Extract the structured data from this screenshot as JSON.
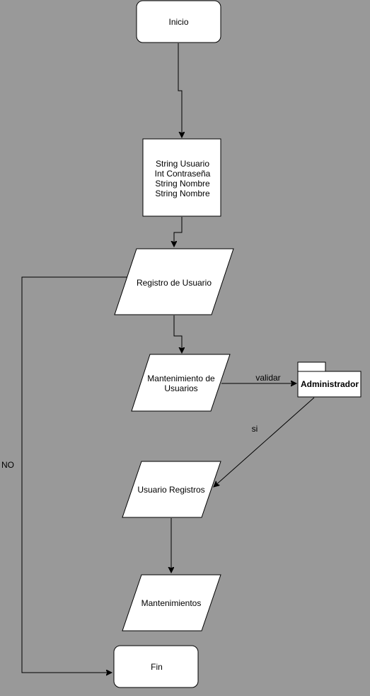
{
  "diagram": {
    "type": "flowchart",
    "colors": {
      "background": "#999999",
      "shape_fill": "#ffffff",
      "stroke": "#000000"
    },
    "nodes": {
      "start": {
        "shape": "rounded-rectangle",
        "label": "Inicio"
      },
      "declarations": {
        "shape": "rectangle",
        "lines": [
          "String Usuario",
          "Int Contraseña",
          "String Nombre",
          "String Nombre"
        ]
      },
      "registro": {
        "shape": "parallelogram",
        "label": "Registro de Usuario"
      },
      "mantenimiento": {
        "shape": "parallelogram",
        "lines": [
          "Mantenimiento de",
          "Usuarios"
        ]
      },
      "admin": {
        "shape": "package",
        "label": "Administrador"
      },
      "usuario_registros": {
        "shape": "parallelogram",
        "label": "Usuario Registros"
      },
      "mantenimientos": {
        "shape": "parallelogram",
        "label": "Mantenimientos"
      },
      "end": {
        "shape": "rounded-rectangle",
        "label": "Fin"
      }
    },
    "edge_labels": {
      "validar": "validar",
      "si": "si",
      "no": "NO"
    }
  }
}
